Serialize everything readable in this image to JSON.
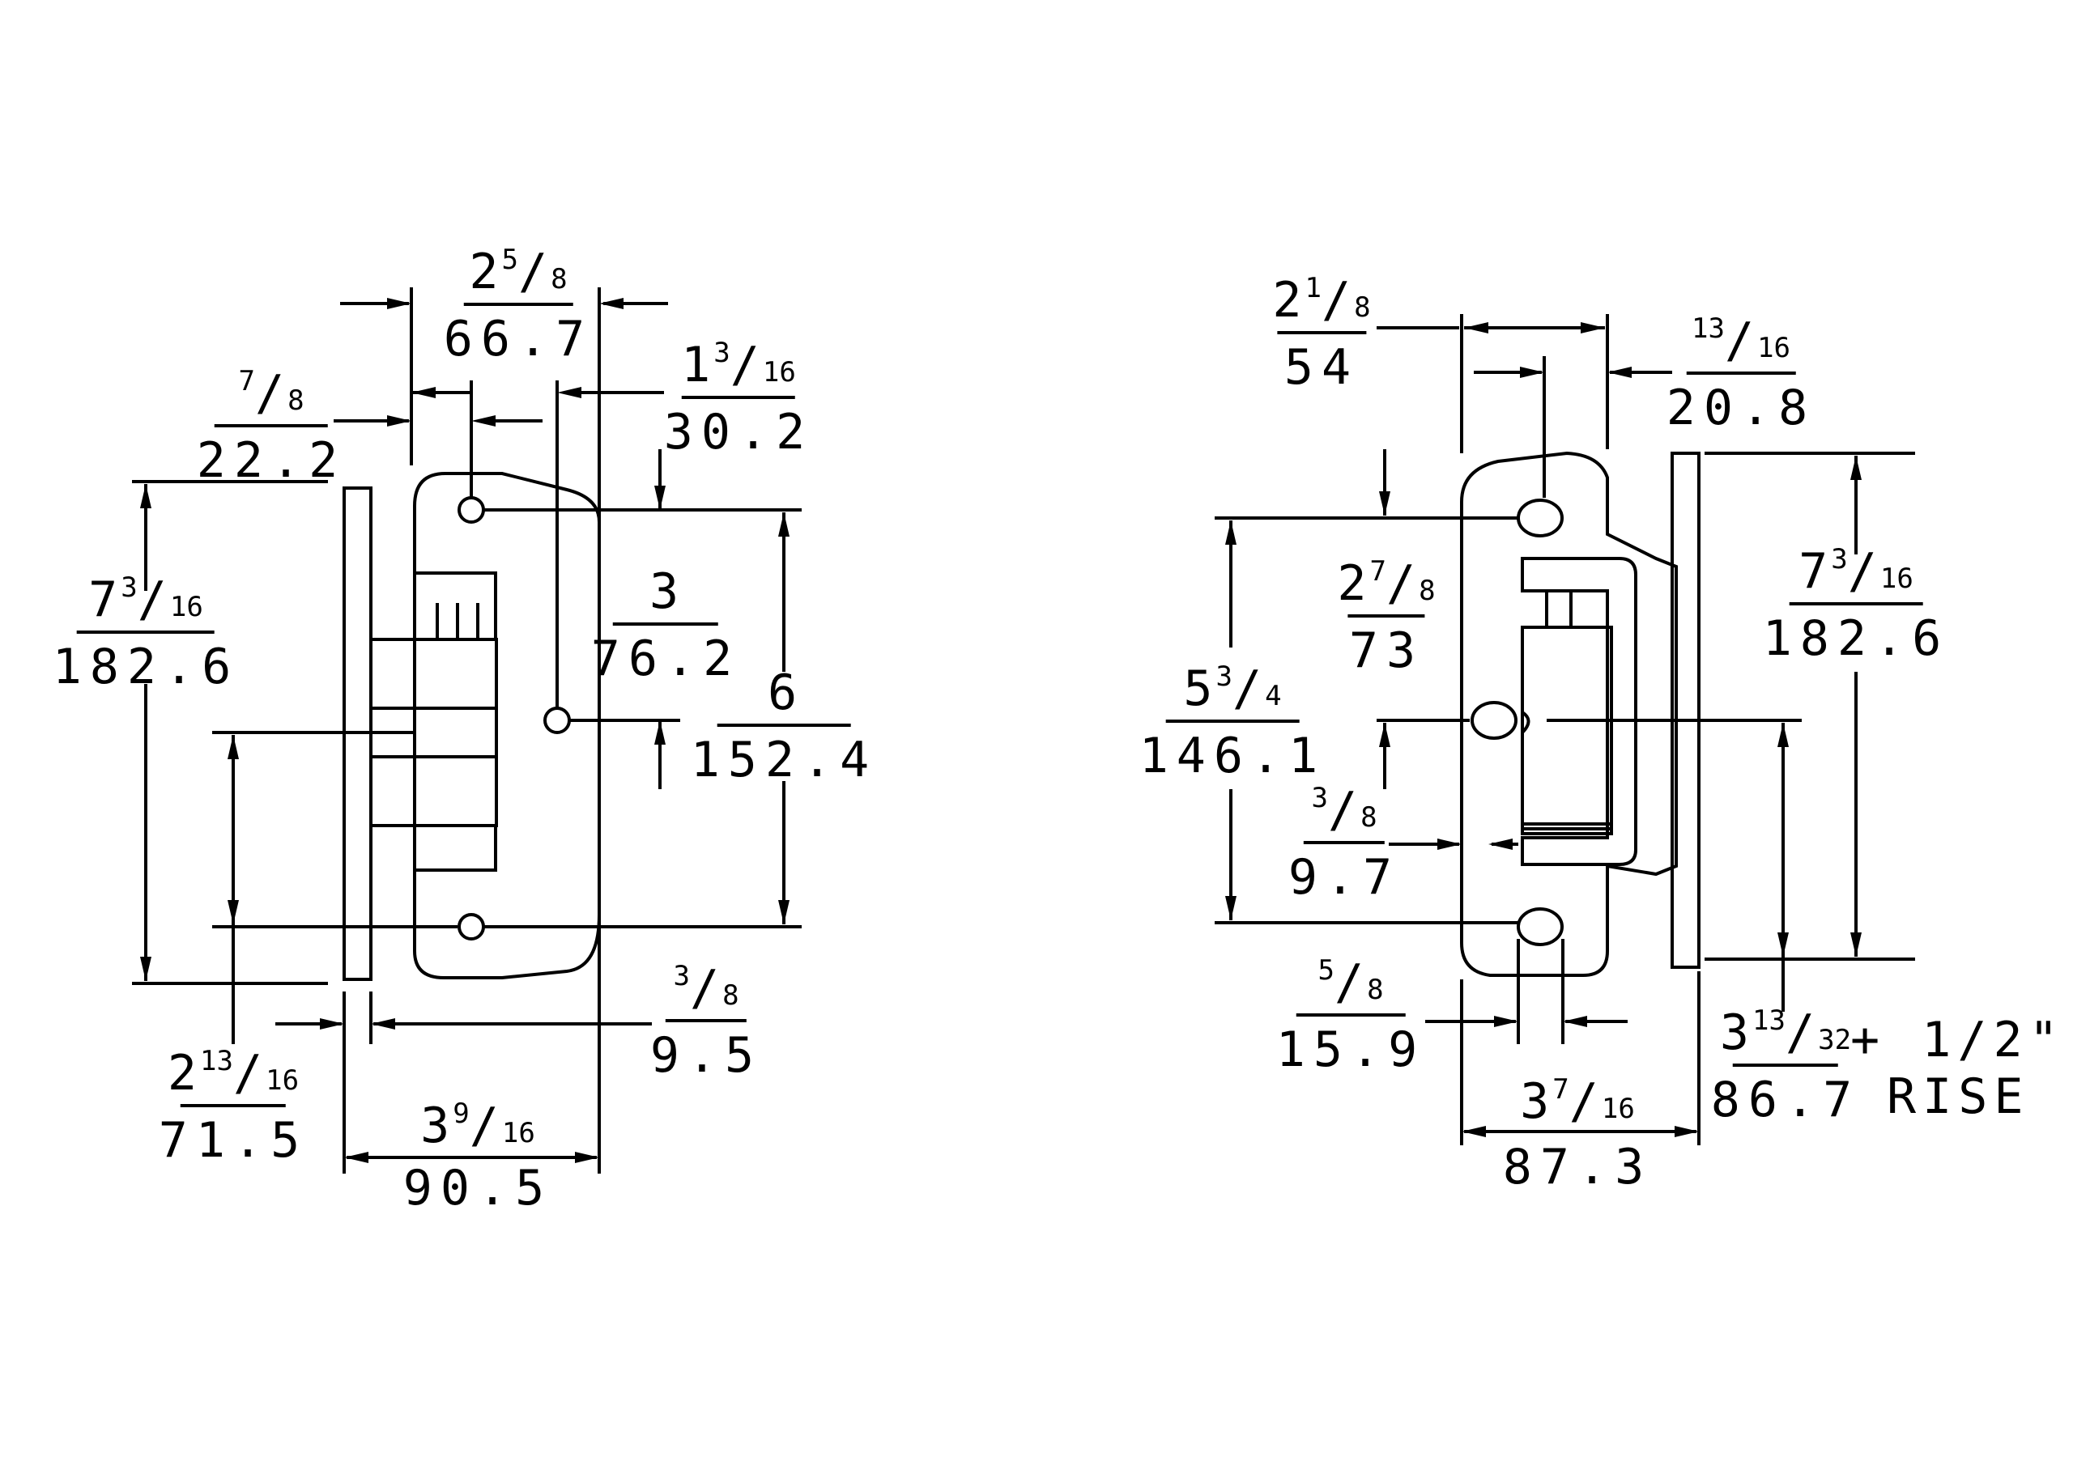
{
  "left_view": {
    "dims": [
      {
        "id": "L1",
        "whole": "2",
        "num": "5",
        "den": "8",
        "mm": "66.7"
      },
      {
        "id": "L2",
        "whole": "",
        "num": "7",
        "den": "8",
        "mm": "22.2"
      },
      {
        "id": "L3",
        "whole": "1",
        "num": "3",
        "den": "16",
        "mm": "30.2"
      },
      {
        "id": "L4",
        "whole": "7",
        "num": "3",
        "den": "16",
        "mm": "182.6"
      },
      {
        "id": "L5",
        "whole": "3",
        "num": "",
        "den": "",
        "mm": "76.2"
      },
      {
        "id": "L6",
        "whole": "6",
        "num": "",
        "den": "",
        "mm": "152.4"
      },
      {
        "id": "L7",
        "whole": "",
        "num": "3",
        "den": "8",
        "mm": "9.5"
      },
      {
        "id": "L8",
        "whole": "2",
        "num": "13",
        "den": "16",
        "mm": "71.5"
      },
      {
        "id": "L9",
        "whole": "3",
        "num": "9",
        "den": "16",
        "mm": "90.5"
      }
    ]
  },
  "right_view": {
    "dims": [
      {
        "id": "R1",
        "whole": "2",
        "num": "1",
        "den": "8",
        "mm": "54"
      },
      {
        "id": "R2",
        "whole": "",
        "num": "13",
        "den": "16",
        "mm": "20.8"
      },
      {
        "id": "R3",
        "whole": "7",
        "num": "3",
        "den": "16",
        "mm": "182.6"
      },
      {
        "id": "R4",
        "whole": "2",
        "num": "7",
        "den": "8",
        "mm": "73"
      },
      {
        "id": "R5",
        "whole": "5",
        "num": "3",
        "den": "4",
        "mm": "146.1"
      },
      {
        "id": "R6",
        "whole": "",
        "num": "3",
        "den": "8",
        "mm": "9.7"
      },
      {
        "id": "R7",
        "whole": "",
        "num": "5",
        "den": "8",
        "mm": "15.9"
      },
      {
        "id": "R8",
        "whole": "3",
        "num": "7",
        "den": "16",
        "mm": "87.3"
      },
      {
        "id": "R9",
        "whole": "3",
        "num": "13",
        "den": "32",
        "mm": "86.7"
      }
    ],
    "rise_suffix": "+ 1/2\"",
    "rise_label": "RISE"
  }
}
